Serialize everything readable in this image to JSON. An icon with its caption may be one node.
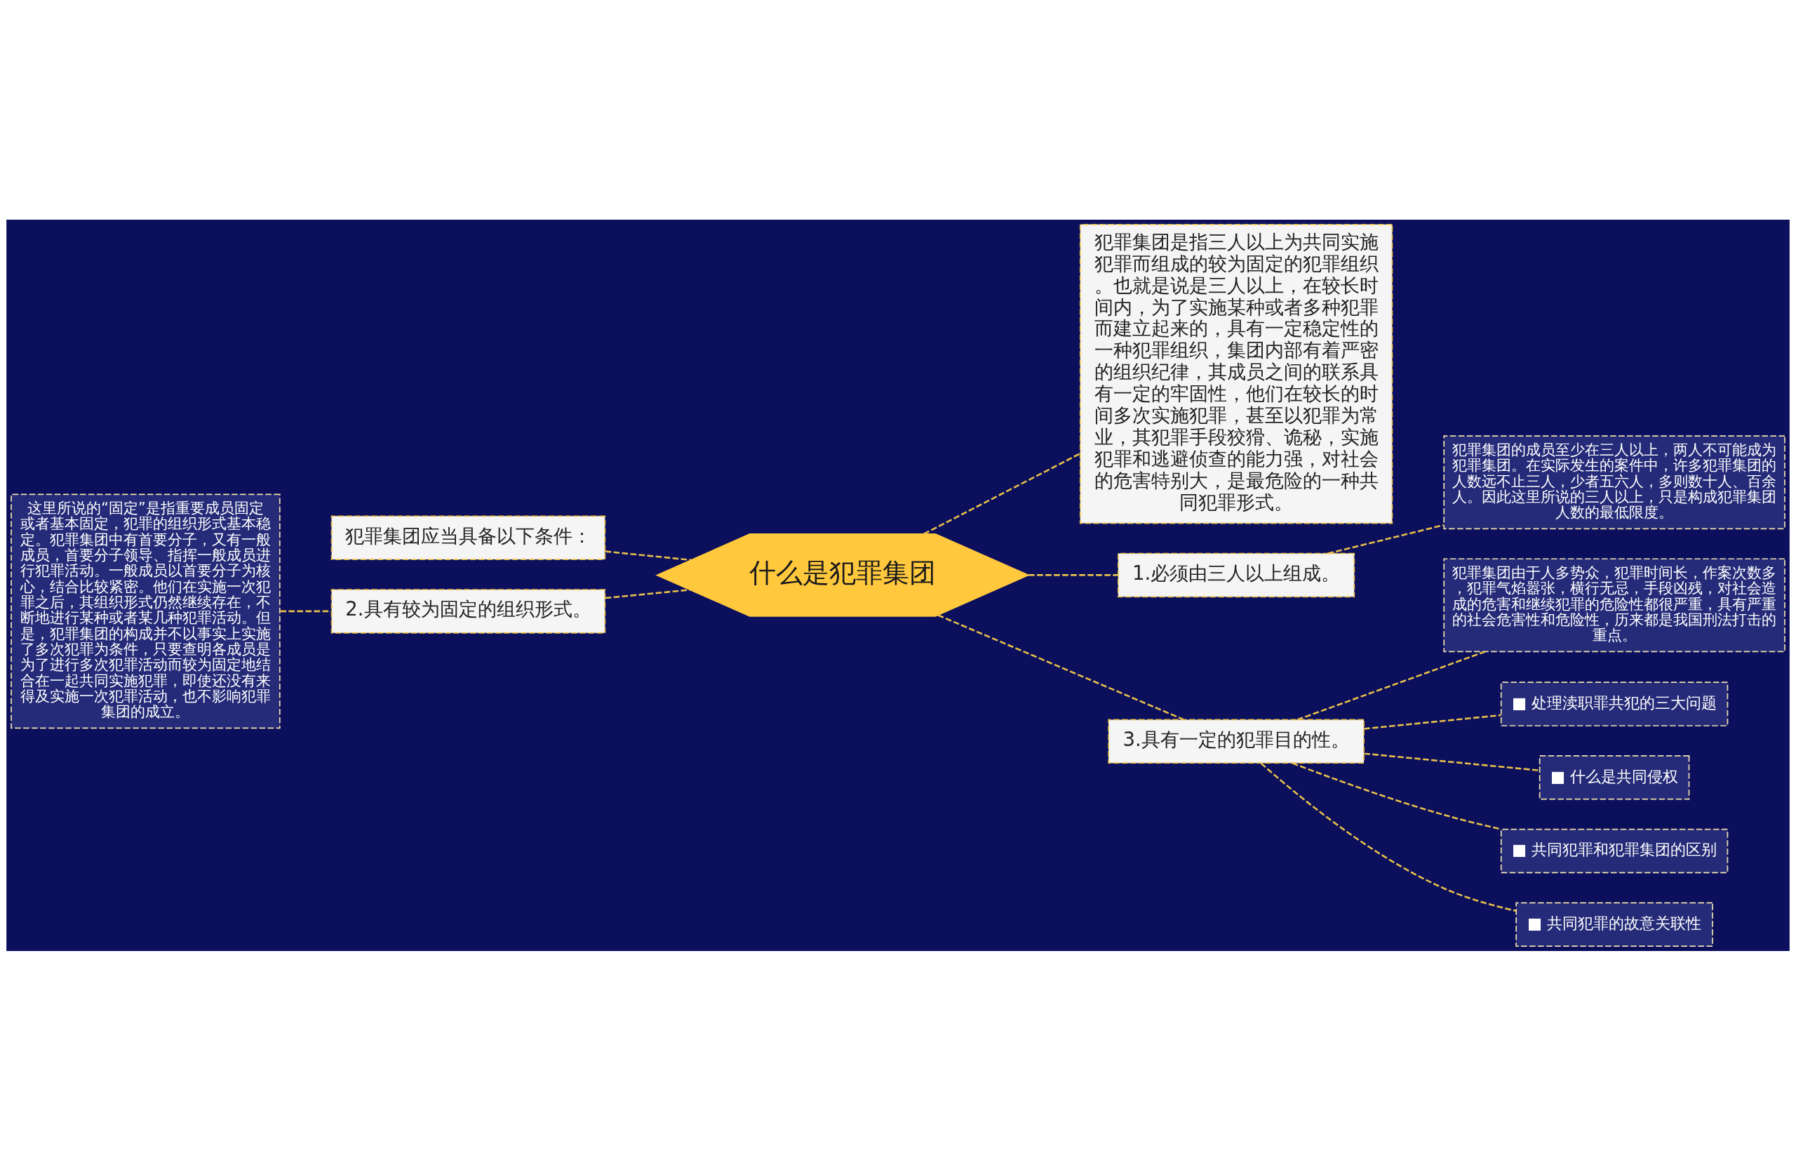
{
  "diagram": {
    "nodes": [
      {
        "text": [
          "什么是犯罪集团"
        ]
      },
      {
        "text": [
          "犯罪集团应当具备以下条件："
        ]
      },
      {
        "text": [
          "2.具有较为固定的组织形式。"
        ]
      },
      {
        "text": [
          "这里所说的“固定”是指重要成员固定或者基本固定，犯罪的组织形式基本稳定。犯罪集团中有首要分子，又有一般成员，首要分子领导、指挥一般成员进行犯罪活动。一般成员以首要分子为核心，结合比较紧密。他们在实施一次犯罪之后，其组织形式仍然继续存在，不断地进行某种或者某几种犯罪活动。但是，犯罪集团的构成并不以事实上实施了多次犯罪为条件，只要查明各成员是为了进行多次犯罪活动而较为固定地结合在一起共同实施犯罪，即使还没有来得及实施一次犯罪活动，也不影响犯罪集团的成立。"
        ]
      },
      {
        "text": [
          "犯罪集团是指三人以上为共同实施犯罪而组成的较为固定的犯罪组织。也就是说是三人以上，在较长时间内，为了实施某种或者多种犯罪而建立起来的，具有一定稳定性的一种犯罪组织，集团内部有着严密的组织纪律，其成员之间的联系具有一定的牢固性，他们在较长的时间多次实施犯罪，甚至以犯罪为常业，其犯罪手段狡猾、诡秘，实施犯罪和逃避侦查的能力强，对社会的危害特别大，是最危险的一种共同犯罪形式。"
        ]
      },
      {
        "text": [
          "1.必须由三人以上组成。"
        ]
      },
      {
        "text": [
          "犯罪集团的成员至少在三人以上，两人不可能成为犯罪集团。在实际发生的案件中，许多犯罪集团的人数远不止三人，少者五六人，多则数十人、百余人。因此这里所说的三人以上，只是构成犯罪集团人数的最低限度。"
        ]
      },
      {
        "text": [
          "3.具有一定的犯罪目的性。"
        ]
      },
      {
        "text": [
          "犯罪集团由于人多势众，犯罪时间长，作案次数多，犯罪气焰嚣张，横行无忌，手段凶残，对社会造成的危害和继续犯罪的危险性都很严重，具有严重的社会危害性和危险性，历来都是我国刑法打击的重点。"
        ]
      },
      {
        "text": [
          "■ 处理渎职罪共犯的三大问题"
        ]
      },
      {
        "text": [
          "■ 什么是共同侵权"
        ]
      },
      {
        "text": [
          "■ 共同犯罪和犯罪集团的区别"
        ]
      },
      {
        "text": [
          "■ 共同犯罪的故意关联性"
        ]
      }
    ],
    "edges": [
      {
        "from": 0,
        "to": 1,
        "arrow": "none",
        "style": "dashed"
      },
      {
        "from": 0,
        "to": 2,
        "arrow": "none",
        "style": "dashed"
      },
      {
        "from": 2,
        "to": 3,
        "arrow": "none",
        "style": "dashed"
      },
      {
        "from": 0,
        "to": 4,
        "arrow": "none",
        "style": "dashed"
      },
      {
        "from": 0,
        "to": 5,
        "arrow": "none",
        "style": "dashed"
      },
      {
        "from": 5,
        "to": 6,
        "arrow": "none",
        "style": "dashed"
      },
      {
        "from": 0,
        "to": 7,
        "arrow": "none",
        "style": "dashed"
      },
      {
        "from": 7,
        "to": 8,
        "arrow": "none",
        "style": "dashed"
      },
      {
        "from": 7,
        "to": 9,
        "arrow": "none",
        "style": "dashed"
      },
      {
        "from": 7,
        "to": 10,
        "arrow": "none",
        "style": "dashed"
      },
      {
        "from": 7,
        "to": 11,
        "arrow": "none",
        "style": "dashed"
      },
      {
        "from": 7,
        "to": 12,
        "arrow": "none",
        "style": "dashed"
      }
    ]
  }
}
